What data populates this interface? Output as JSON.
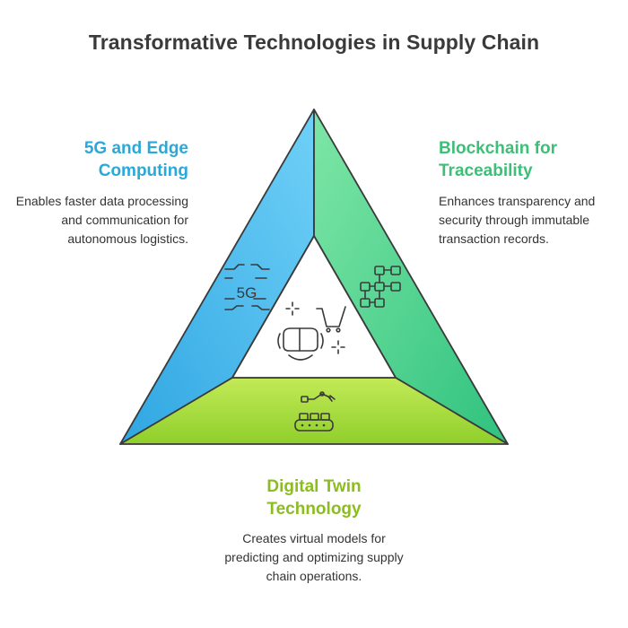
{
  "title": "Transformative Technologies in Supply Chain",
  "sections": [
    {
      "heading": "5G and Edge Computing",
      "description": "Enables faster data processing and communication for autonomous logistics.",
      "color": "#2aa9d8",
      "icon": "5g-signal-icon",
      "icon_text": "5G"
    },
    {
      "heading": "Blockchain for Traceability",
      "description": "Enhances transparency and security through immutable transaction records.",
      "color": "#3dbf78",
      "icon": "blockchain-icon"
    },
    {
      "heading": "Digital Twin Technology",
      "description": "Creates virtual models for predicting and optimizing supply chain operations.",
      "color": "#8cbd1f",
      "icon": "robot-arm-conveyor-icon"
    }
  ],
  "center": {
    "icons": [
      "vr-headset-icon",
      "shopping-cart-icon",
      "sparkle-icon"
    ]
  },
  "colors": {
    "left_side": "#4fb9ea",
    "right_side": "#3cc98a",
    "bottom_side": "#a6d93a",
    "outline": "#3a3a3a"
  }
}
